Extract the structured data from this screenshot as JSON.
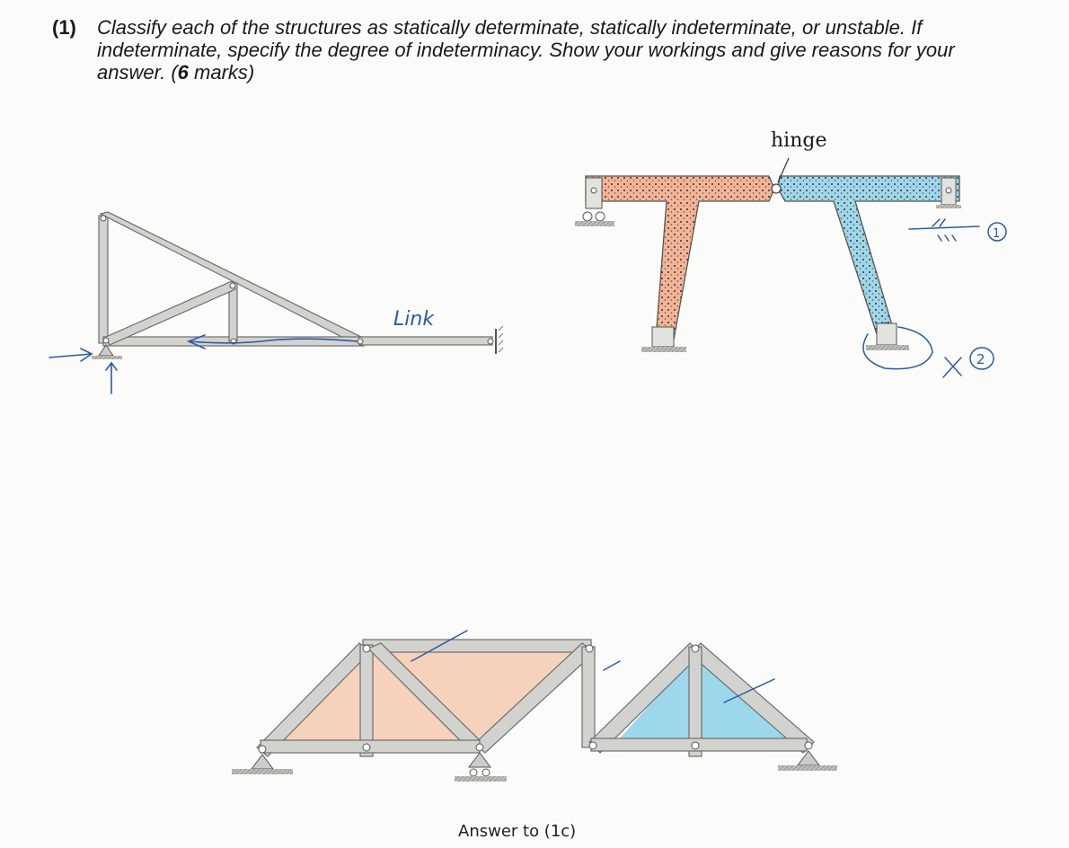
{
  "question": {
    "number": "(1)",
    "text_before": "Classify each of the structures as statically determinate, statically indeterminate, or unstable. If indeterminate, specify the degree of indeterminacy. Show your workings and give reasons for your answer. (",
    "marks_value": "6",
    "text_after": " marks)"
  },
  "figure_a": {
    "handwritten_label": "Link"
  },
  "figure_b": {
    "label": "hinge",
    "annotation_1": "①",
    "annotation_2": "②",
    "annotation_cross": "×"
  },
  "figure_c": {
    "caption": "Answer to (1c)"
  },
  "colors": {
    "member": "#cfcfcb",
    "member_edge": "#6e6e6a",
    "pen_blue": "#2c5aa8",
    "orange_shade": "#f0a27a",
    "blue_shade": "#7ecbe6"
  }
}
